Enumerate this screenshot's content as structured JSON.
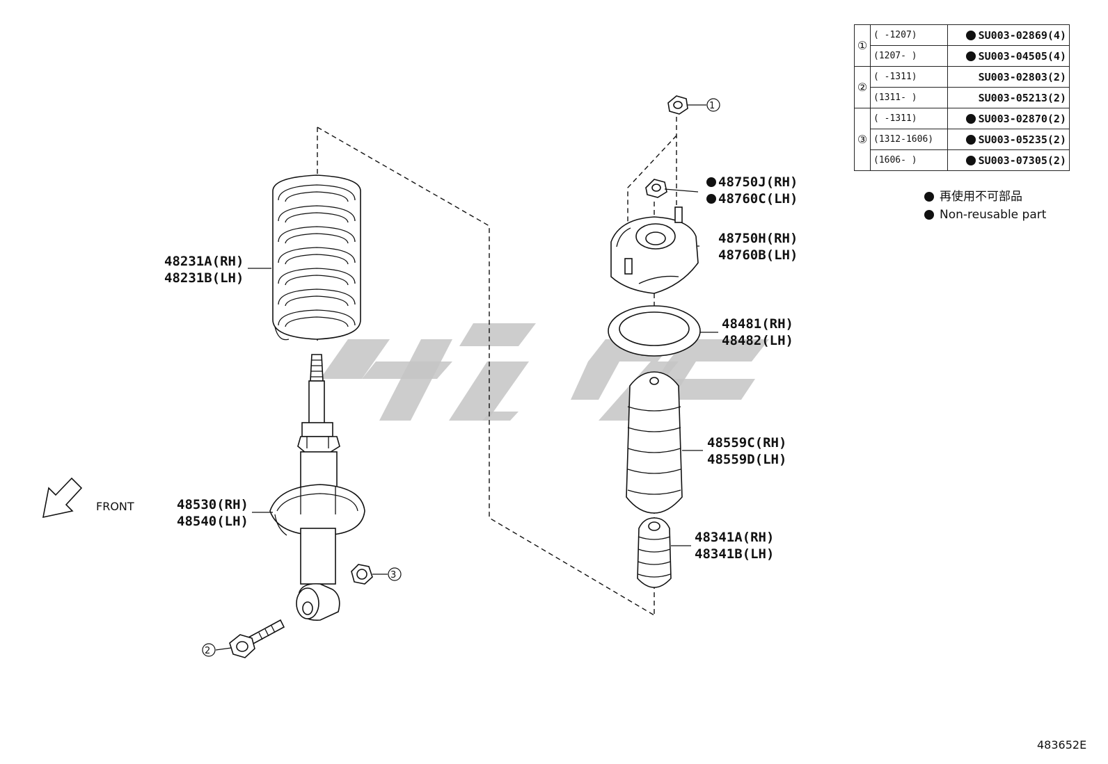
{
  "labels": {
    "coil_spring": [
      "48231A(RH)",
      "48231B(LH)"
    ],
    "absorber": [
      "48530(RH)",
      "48540(LH)"
    ],
    "mount_nut": [
      "48750J(RH)",
      "48760C(LH)"
    ],
    "support": [
      "48750H(RH)",
      "48760B(LH)"
    ],
    "insulator": [
      "48481(RH)",
      "48482(LH)"
    ],
    "bump_stopper": [
      "48559C(RH)",
      "48559D(LH)"
    ],
    "bound_stopper": [
      "48341A(RH)",
      "48341B(LH)"
    ],
    "front": "FRONT"
  },
  "callouts": [
    "①",
    "②",
    "③"
  ],
  "fasteners": [
    {
      "ref": "①",
      "rows": [
        {
          "range": "(     -1207)",
          "part": "SU003-02869(4)",
          "non_reusable": true
        },
        {
          "range": "(1207-     )",
          "part": "SU003-04505(4)",
          "non_reusable": true
        }
      ]
    },
    {
      "ref": "②",
      "rows": [
        {
          "range": "(     -1311)",
          "part": "SU003-02803(2)",
          "non_reusable": false
        },
        {
          "range": "(1311-     )",
          "part": "SU003-05213(2)",
          "non_reusable": false
        }
      ]
    },
    {
      "ref": "③",
      "rows": [
        {
          "range": "(     -1311)",
          "part": "SU003-02870(2)",
          "non_reusable": true
        },
        {
          "range": "(1312-1606)",
          "part": "SU003-05235(2)",
          "non_reusable": true
        },
        {
          "range": "(1606-     )",
          "part": "SU003-07305(2)",
          "non_reusable": true
        }
      ]
    }
  ],
  "legend": {
    "ja": "再使用不可部品",
    "en": "Non-reusable part"
  },
  "diagram_number": "483652E",
  "colors": {
    "line": "#111111",
    "watermark": "#c4c4c4"
  }
}
